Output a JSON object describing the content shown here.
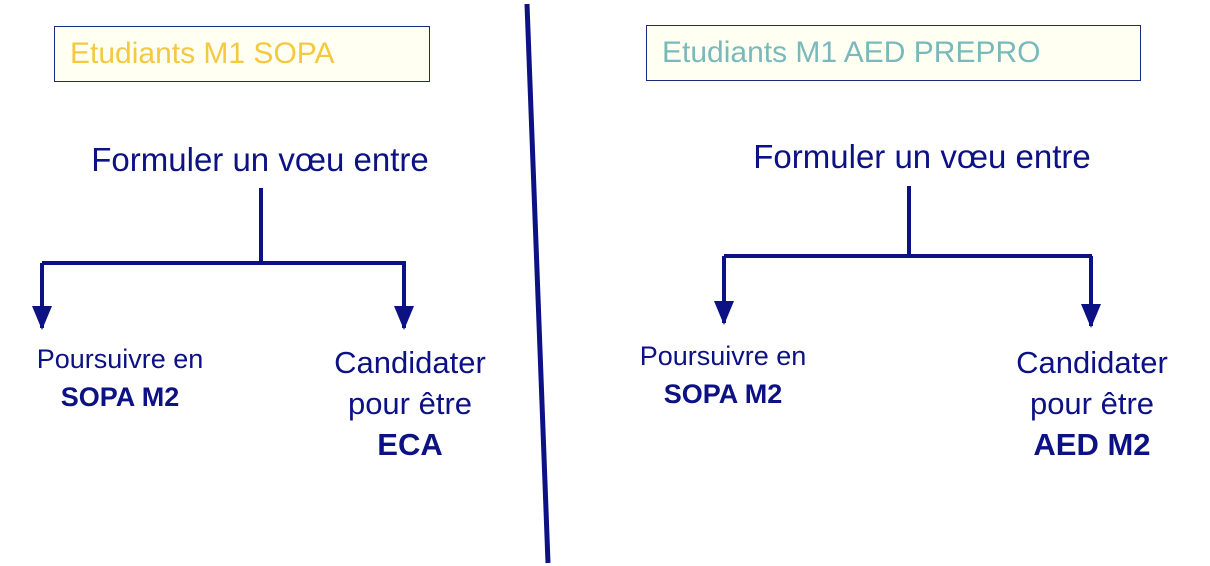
{
  "left": {
    "header": "Etudiants M1 SOPA",
    "prompt": "Formuler un vœu entre",
    "option_a": {
      "line1": "Poursuivre en",
      "line2": "SOPA M2"
    },
    "option_b": {
      "line1": "Candidater",
      "line2": "pour être",
      "line3": "ECA"
    }
  },
  "right": {
    "header": "Etudiants M1 AED PREPRO",
    "prompt": "Formuler un vœu entre",
    "option_a": {
      "line1": "Poursuivre en",
      "line2": "SOPA M2"
    },
    "option_b": {
      "line1": "Candidater",
      "line2": "pour être",
      "line3": "AED M2"
    }
  },
  "colors": {
    "navy": "#0c1184",
    "left_header_text": "#f5c842",
    "right_header_text": "#79b9bc",
    "box_border": "#1a2a7a",
    "box_fill": "#fffff2"
  }
}
